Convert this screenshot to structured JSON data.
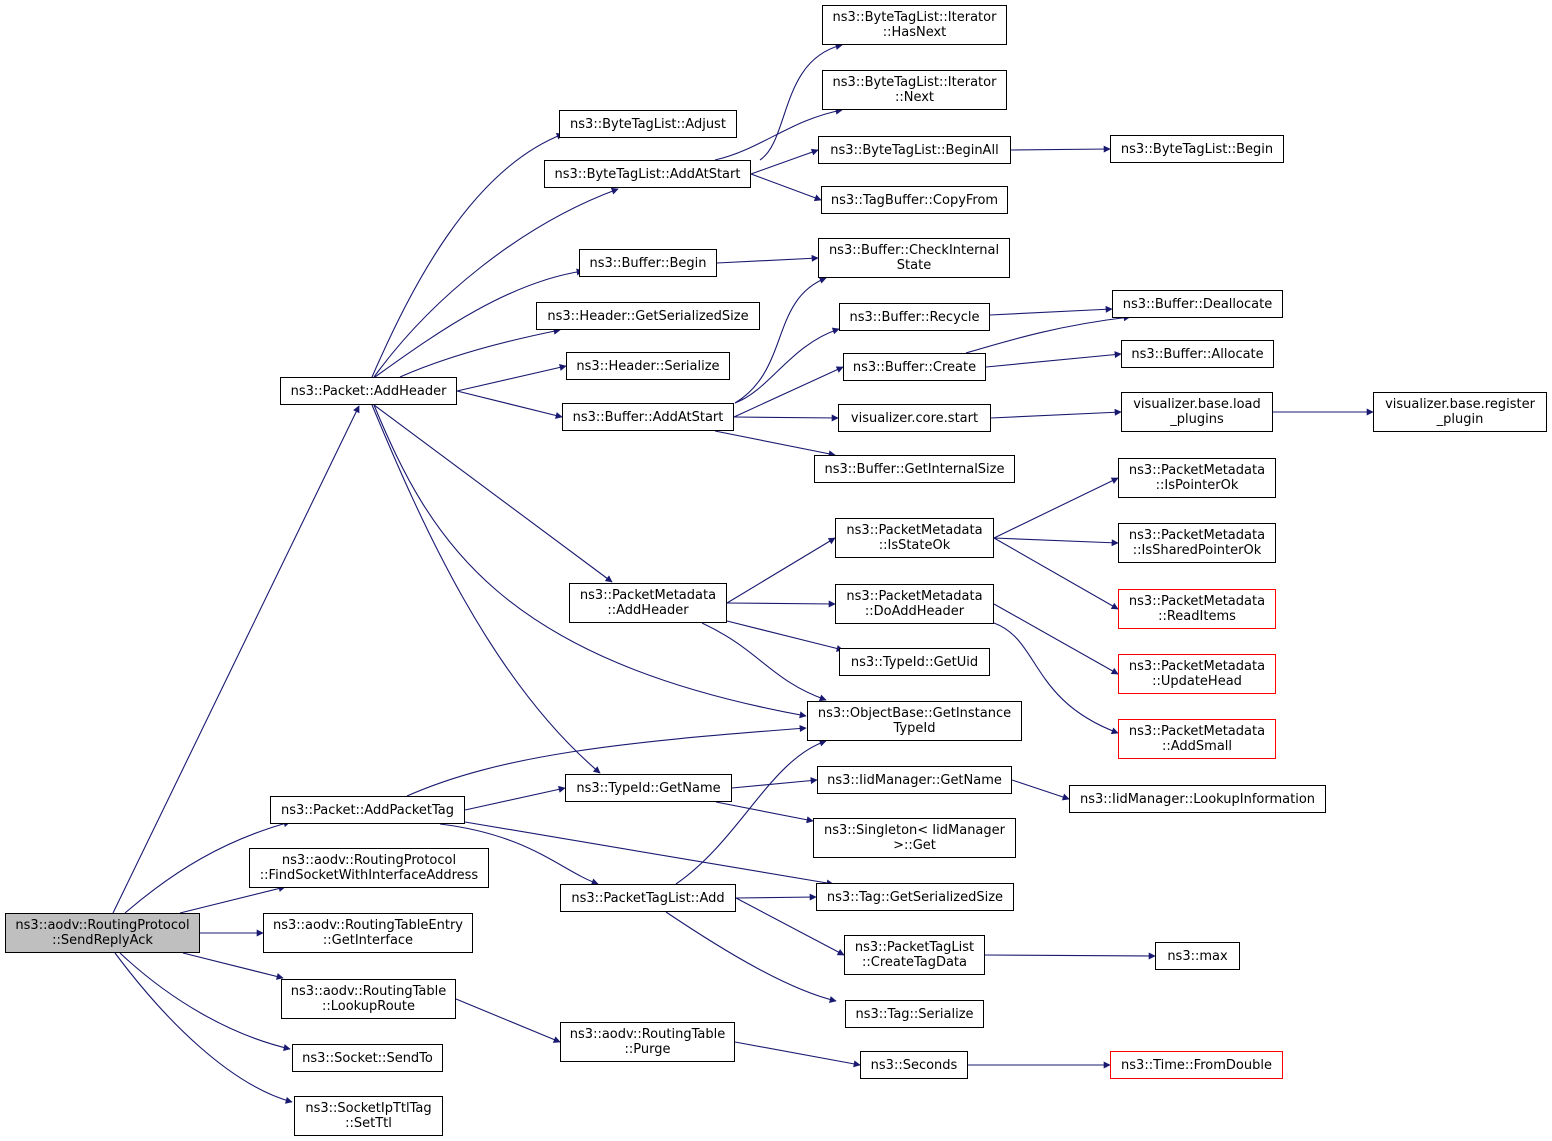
{
  "colors": {
    "edge": "#191970",
    "border": "#000000",
    "truncated_border": "#ff0000",
    "root_fill": "#bfbfbf"
  },
  "nodes": {
    "root": [
      "ns3::aodv::RoutingProtocol",
      "::SendReplyAck"
    ],
    "packet_addheader": [
      "ns3::Packet::AddHeader"
    ],
    "packet_addpackettag": [
      "ns3::Packet::AddPacketTag"
    ],
    "find_socket": [
      "ns3::aodv::RoutingProtocol",
      "::FindSocketWithInterfaceAddress"
    ],
    "rte_getinterface": [
      "ns3::aodv::RoutingTableEntry",
      "::GetInterface"
    ],
    "rt_lookuproute": [
      "ns3::aodv::RoutingTable",
      "::LookupRoute"
    ],
    "socket_sendto": [
      "ns3::Socket::SendTo"
    ],
    "socketipttltag_setttl": [
      "ns3::SocketIpTtlTag",
      "::SetTtl"
    ],
    "btl_adjust": [
      "ns3::ByteTagList::Adjust"
    ],
    "btl_addatstart": [
      "ns3::ByteTagList::AddAtStart"
    ],
    "buffer_begin": [
      "ns3::Buffer::Begin"
    ],
    "header_getserializedsize": [
      "ns3::Header::GetSerializedSize"
    ],
    "header_serialize": [
      "ns3::Header::Serialize"
    ],
    "buffer_addatstart": [
      "ns3::Buffer::AddAtStart"
    ],
    "pm_addheader": [
      "ns3::PacketMetadata",
      "::AddHeader"
    ],
    "typeid_getname": [
      "ns3::TypeId::GetName"
    ],
    "ptl_add": [
      "ns3::PacketTagList::Add"
    ],
    "rt_purge": [
      "ns3::aodv::RoutingTable",
      "::Purge"
    ],
    "btl_it_hasnext": [
      "ns3::ByteTagList::Iterator",
      "::HasNext"
    ],
    "btl_it_next": [
      "ns3::ByteTagList::Iterator",
      "::Next"
    ],
    "btl_beginall": [
      "ns3::ByteTagList::BeginAll"
    ],
    "tagbuffer_copyfrom": [
      "ns3::TagBuffer::CopyFrom"
    ],
    "buffer_checkinternalstate": [
      "ns3::Buffer::CheckInternal",
      "State"
    ],
    "buffer_recycle": [
      "ns3::Buffer::Recycle"
    ],
    "buffer_create": [
      "ns3::Buffer::Create"
    ],
    "visualizer_core_start": [
      "visualizer.core.start"
    ],
    "buffer_getinternalsize": [
      "ns3::Buffer::GetInternalSize"
    ],
    "pm_isstateok": [
      "ns3::PacketMetadata",
      "::IsStateOk"
    ],
    "pm_doaddheader": [
      "ns3::PacketMetadata",
      "::DoAddHeader"
    ],
    "typeid_getuid": [
      "ns3::TypeId::GetUid"
    ],
    "objectbase_getinstancetypeid": [
      "ns3::ObjectBase::GetInstance",
      "TypeId"
    ],
    "iidmanager_getname": [
      "ns3::IidManager::GetName"
    ],
    "singleton_get": [
      "ns3::Singleton< IidManager",
      ">::Get"
    ],
    "tag_getserializedsize": [
      "ns3::Tag::GetSerializedSize"
    ],
    "ptl_createtagdata": [
      "ns3::PacketTagList",
      "::CreateTagData"
    ],
    "tag_serialize": [
      "ns3::Tag::Serialize"
    ],
    "seconds": [
      "ns3::Seconds"
    ],
    "btl_begin": [
      "ns3::ByteTagList::Begin"
    ],
    "buffer_deallocate": [
      "ns3::Buffer::Deallocate"
    ],
    "buffer_allocate": [
      "ns3::Buffer::Allocate"
    ],
    "visualizer_base_load_plugins": [
      "visualizer.base.load",
      "_plugins"
    ],
    "visualizer_base_register_plugin": [
      "visualizer.base.register",
      "_plugin"
    ],
    "pm_ispointerok": [
      "ns3::PacketMetadata",
      "::IsPointerOk"
    ],
    "pm_issharedpointerok": [
      "ns3::PacketMetadata",
      "::IsSharedPointerOk"
    ],
    "pm_readitems": [
      "ns3::PacketMetadata",
      "::ReadItems"
    ],
    "pm_updatehead": [
      "ns3::PacketMetadata",
      "::UpdateHead"
    ],
    "pm_addsmall": [
      "ns3::PacketMetadata",
      "::AddSmall"
    ],
    "iidmanager_lookupinformation": [
      "ns3::IidManager::LookupInformation"
    ],
    "max": [
      "ns3::max"
    ],
    "time_fromdouble": [
      "ns3::Time::FromDouble"
    ]
  },
  "truncated": [
    "pm_readitems",
    "pm_updatehead",
    "pm_addsmall",
    "time_fromdouble"
  ],
  "edges": [
    [
      "root",
      "packet_addheader"
    ],
    [
      "root",
      "packet_addpackettag"
    ],
    [
      "root",
      "find_socket"
    ],
    [
      "root",
      "rte_getinterface"
    ],
    [
      "root",
      "rt_lookuproute"
    ],
    [
      "root",
      "socket_sendto"
    ],
    [
      "root",
      "socketipttltag_setttl"
    ],
    [
      "packet_addheader",
      "btl_adjust"
    ],
    [
      "packet_addheader",
      "btl_addatstart"
    ],
    [
      "packet_addheader",
      "buffer_begin"
    ],
    [
      "packet_addheader",
      "header_getserializedsize"
    ],
    [
      "packet_addheader",
      "header_serialize"
    ],
    [
      "packet_addheader",
      "buffer_addatstart"
    ],
    [
      "packet_addheader",
      "pm_addheader"
    ],
    [
      "packet_addheader",
      "typeid_getname"
    ],
    [
      "packet_addheader",
      "objectbase_getinstancetypeid"
    ],
    [
      "packet_addpackettag",
      "objectbase_getinstancetypeid"
    ],
    [
      "packet_addpackettag",
      "typeid_getname"
    ],
    [
      "packet_addpackettag",
      "ptl_add"
    ],
    [
      "packet_addpackettag",
      "tag_getserializedsize"
    ],
    [
      "rt_lookuproute",
      "rt_purge"
    ],
    [
      "btl_addatstart",
      "btl_it_hasnext"
    ],
    [
      "btl_addatstart",
      "btl_it_next"
    ],
    [
      "btl_addatstart",
      "btl_beginall"
    ],
    [
      "btl_addatstart",
      "tagbuffer_copyfrom"
    ],
    [
      "btl_beginall",
      "btl_begin"
    ],
    [
      "buffer_begin",
      "buffer_checkinternalstate"
    ],
    [
      "buffer_addatstart",
      "buffer_checkinternalstate"
    ],
    [
      "buffer_addatstart",
      "buffer_recycle"
    ],
    [
      "buffer_addatstart",
      "buffer_create"
    ],
    [
      "buffer_addatstart",
      "visualizer_core_start"
    ],
    [
      "buffer_addatstart",
      "buffer_getinternalsize"
    ],
    [
      "buffer_recycle",
      "buffer_deallocate"
    ],
    [
      "buffer_create",
      "buffer_deallocate"
    ],
    [
      "buffer_create",
      "buffer_allocate"
    ],
    [
      "visualizer_core_start",
      "visualizer_base_load_plugins"
    ],
    [
      "visualizer_base_load_plugins",
      "visualizer_base_register_plugin"
    ],
    [
      "pm_addheader",
      "pm_isstateok"
    ],
    [
      "pm_addheader",
      "pm_doaddheader"
    ],
    [
      "pm_addheader",
      "typeid_getuid"
    ],
    [
      "pm_addheader",
      "objectbase_getinstancetypeid"
    ],
    [
      "pm_isstateok",
      "pm_ispointerok"
    ],
    [
      "pm_isstateok",
      "pm_issharedpointerok"
    ],
    [
      "pm_isstateok",
      "pm_readitems"
    ],
    [
      "pm_doaddheader",
      "pm_updatehead"
    ],
    [
      "pm_doaddheader",
      "pm_addsmall"
    ],
    [
      "typeid_getname",
      "iidmanager_getname"
    ],
    [
      "typeid_getname",
      "singleton_get"
    ],
    [
      "iidmanager_getname",
      "iidmanager_lookupinformation"
    ],
    [
      "ptl_add",
      "objectbase_getinstancetypeid"
    ],
    [
      "ptl_add",
      "tag_getserializedsize"
    ],
    [
      "ptl_add",
      "ptl_createtagdata"
    ],
    [
      "ptl_add",
      "tag_serialize"
    ],
    [
      "ptl_createtagdata",
      "max"
    ],
    [
      "rt_purge",
      "seconds"
    ],
    [
      "seconds",
      "time_fromdouble"
    ]
  ]
}
